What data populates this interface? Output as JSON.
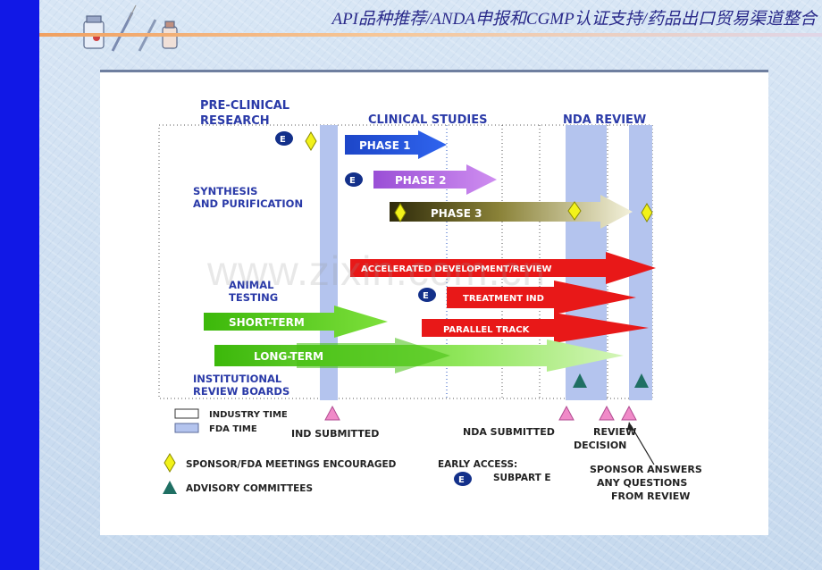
{
  "header": {
    "title": "API品种推荐/ANDA申报和CGMP认证支持/药品出口贸易渠道整合"
  },
  "colors": {
    "left_bar": "#1118e6",
    "fda_band": "#b4c4ee",
    "phase1": "#1f4fd8",
    "phase2": "#b36be0",
    "phase3_dark": "#4a4418",
    "red_track": "#e81818",
    "green_track": "#4fc80f",
    "diamond": "#f2f21a",
    "triangle_pink": "#f08ac8",
    "triangle_teal": "#1f6f63",
    "e_badge": "#13308a"
  },
  "diagram": {
    "sections": {
      "preclinical_line1": "PRE-CLINICAL",
      "preclinical_line2": "RESEARCH",
      "clinical": "CLINICAL STUDIES",
      "nda_review": "NDA REVIEW"
    },
    "left_labels": {
      "synthesis_line1": "SYNTHESIS",
      "synthesis_line2": "AND PURIFICATION",
      "animal_line1": "ANIMAL",
      "animal_line2": "TESTING",
      "irb_line1": "INSTITUTIONAL",
      "irb_line2": "REVIEW BOARDS"
    },
    "arrows": {
      "phase1": "PHASE 1",
      "phase2": "PHASE 2",
      "phase3": "PHASE 3",
      "accelerated": "ACCELERATED DEVELOPMENT/REVIEW",
      "treatment_ind": "TREATMENT IND",
      "parallel_track": "PARALLEL TRACK",
      "short_term": "SHORT-TERM",
      "long_term": "LONG-TERM"
    },
    "badge_letter": "E",
    "milestones": {
      "ind_submitted": "IND SUBMITTED",
      "nda_submitted": "NDA SUBMITTED",
      "review_decision_line1": "REVIEW",
      "review_decision_line2": "DECISION"
    },
    "legend": {
      "industry_time": "INDUSTRY TIME",
      "fda_time": "FDA TIME",
      "meetings": "SPONSOR/FDA MEETINGS ENCOURAGED",
      "advisory": "ADVISORY COMMITTEES",
      "early_access": "EARLY ACCESS:",
      "subpart_e": "SUBPART E",
      "sponsor_answers_line1": "SPONSOR ANSWERS",
      "sponsor_answers_line2": "ANY QUESTIONS",
      "sponsor_answers_line3": "FROM REVIEW"
    },
    "watermark": "www.zixin.com.cn"
  }
}
